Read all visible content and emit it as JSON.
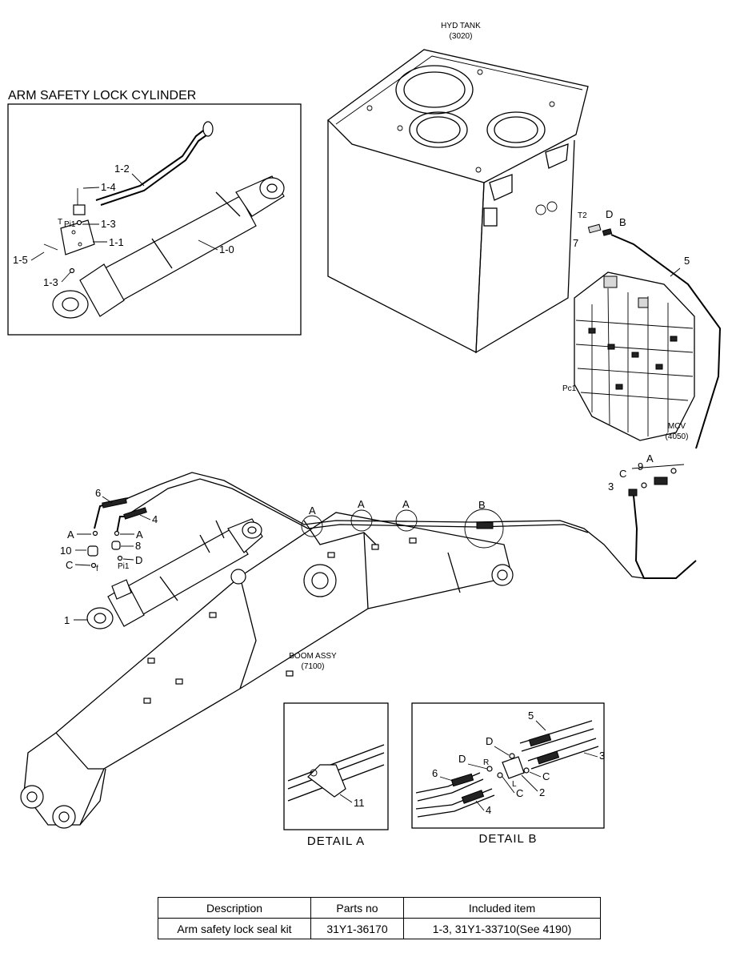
{
  "labels": {
    "hyd_tank": "HYD TANK",
    "hyd_tank_code": "(3020)",
    "arm_lock_title": "ARM SAFETY LOCK CYLINDER",
    "mcv": "MCV",
    "mcv_code": "(4050)",
    "boom": "BOOM ASSY",
    "boom_code": "(7100)",
    "detail_a": "DETAIL  A",
    "detail_b": "DETAIL  B",
    "port_pi1": "Pi1",
    "port_t": "T",
    "port_t2": "T2",
    "port_pc1": "Pc1",
    "port_r": "R",
    "port_l": "L",
    "port_f": "f"
  },
  "callouts": {
    "p1_0": "1-0",
    "p1_1": "1-1",
    "p1_2": "1-2",
    "p1_3": "1-3",
    "p1_4": "1-4",
    "p1_5": "1-5",
    "p1": "1",
    "p2": "2",
    "p3": "3",
    "p4": "4",
    "p5": "5",
    "p6": "6",
    "p7": "7",
    "p8": "8",
    "p9": "9",
    "p10": "10",
    "p11": "11",
    "a": "A",
    "b": "B",
    "c": "C",
    "d": "D"
  },
  "table": {
    "headers": [
      "Description",
      "Parts no",
      "Included item"
    ],
    "rows": [
      [
        "Arm safety lock seal kit",
        "31Y1-36170",
        "1-3, 31Y1-33710(See 4190)"
      ]
    ]
  }
}
